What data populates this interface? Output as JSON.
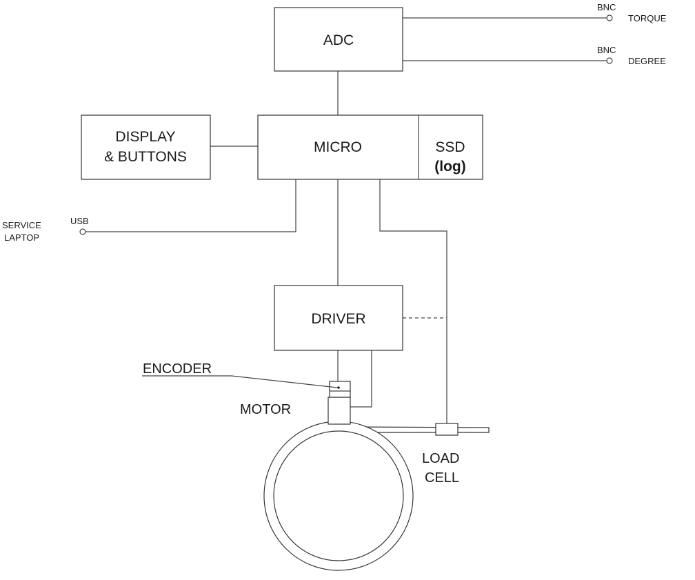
{
  "blocks": {
    "adc": "ADC",
    "micro": "MICRO",
    "ssd_line1": "SSD",
    "ssd_line2": "(log)",
    "display_line1": "DISPLAY",
    "display_line2": "& BUTTONS",
    "driver": "DRIVER"
  },
  "outputs": {
    "torque_connector": "BNC",
    "torque_signal": "TORQUE",
    "degree_connector": "BNC",
    "degree_signal": "DEGREE"
  },
  "service": {
    "line1": "SERVICE",
    "line2": "LAPTOP",
    "connector": "USB"
  },
  "mechanics": {
    "encoder": "ENCODER",
    "motor": "MOTOR",
    "load_cell_line1": "LOAD",
    "load_cell_line2": "CELL"
  }
}
